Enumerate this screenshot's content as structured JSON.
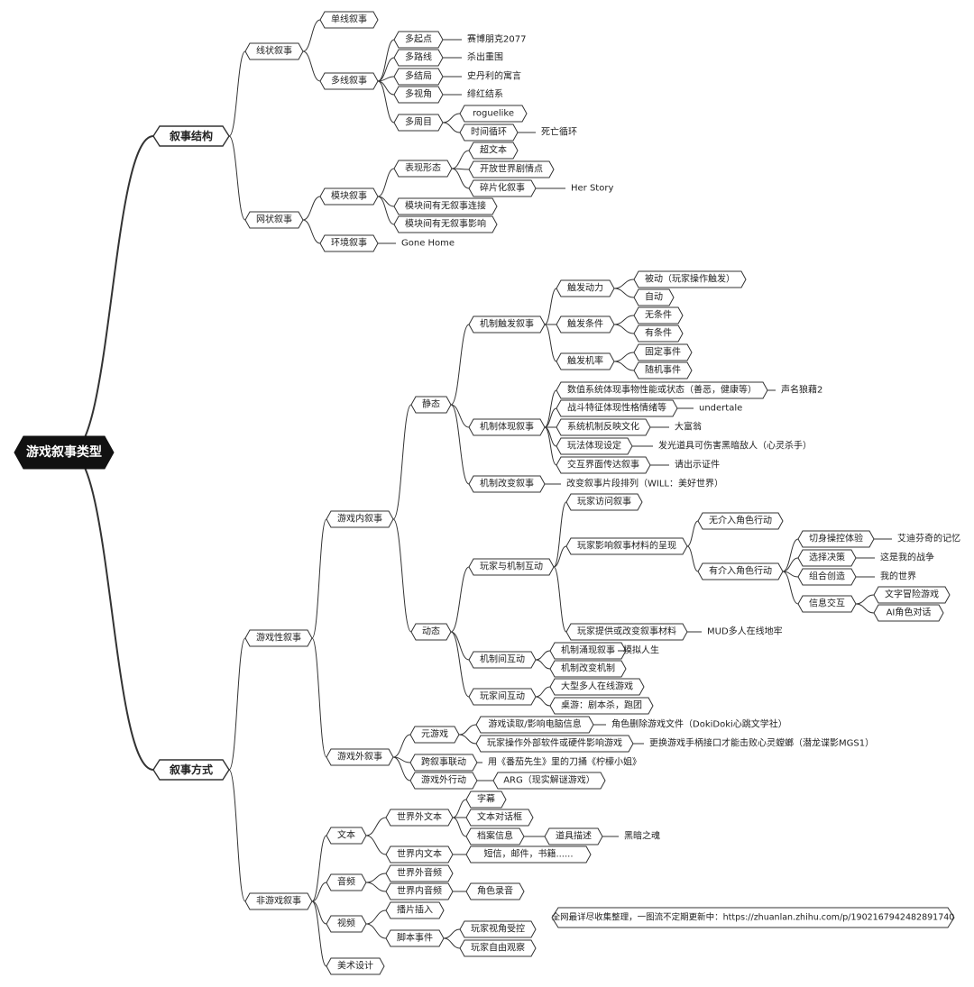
{
  "root": "游戏叙事类型",
  "footer_note": "全网最详尽收集整理，一图流不定期更新中：https://zhuanlan.zhihu.com/p/1902167942482891740",
  "tree": [
    {
      "label": "叙事结构",
      "children": [
        {
          "label": "线状叙事",
          "children": [
            {
              "label": "单线叙事"
            },
            {
              "label": "多线叙事",
              "children": [
                {
                  "label": "多起点",
                  "note": "赛博朋克2077"
                },
                {
                  "label": "多路线",
                  "note": "杀出重围"
                },
                {
                  "label": "多结局",
                  "note": "史丹利的寓言"
                },
                {
                  "label": "多视角",
                  "note": "绯红结系"
                },
                {
                  "label": "多周目",
                  "children": [
                    {
                      "label": "roguelike"
                    },
                    {
                      "label": "时间循环",
                      "note": "死亡循环"
                    }
                  ]
                }
              ]
            }
          ]
        },
        {
          "label": "网状叙事",
          "children": [
            {
              "label": "模块叙事",
              "children": [
                {
                  "label": "表现形态",
                  "children": [
                    {
                      "label": "超文本"
                    },
                    {
                      "label": "开放世界剧情点"
                    },
                    {
                      "label": "碎片化叙事",
                      "note": "Her Story"
                    }
                  ]
                },
                {
                  "label": "模块间有无叙事连接"
                },
                {
                  "label": "模块间有无叙事影响"
                }
              ]
            },
            {
              "label": "环境叙事",
              "note": "Gone Home"
            }
          ]
        }
      ]
    },
    {
      "label": "叙事方式",
      "children": [
        {
          "label": "游戏性叙事",
          "children": [
            {
              "label": "游戏内叙事",
              "children": [
                {
                  "label": "静态",
                  "children": [
                    {
                      "label": "机制触发叙事",
                      "children": [
                        {
                          "label": "触发动力",
                          "children": [
                            {
                              "label": "被动（玩家操作触发）"
                            },
                            {
                              "label": "自动"
                            }
                          ]
                        },
                        {
                          "label": "触发条件",
                          "children": [
                            {
                              "label": "无条件"
                            },
                            {
                              "label": "有条件"
                            }
                          ]
                        },
                        {
                          "label": "触发机率",
                          "children": [
                            {
                              "label": "固定事件"
                            },
                            {
                              "label": "随机事件"
                            }
                          ]
                        }
                      ]
                    },
                    {
                      "label": "机制体现叙事",
                      "children": [
                        {
                          "label": "数值系统体现事物性能或状态（善恶，健康等）",
                          "note": "声名狼藉2"
                        },
                        {
                          "label": "战斗特征体现性格情绪等",
                          "note": "undertale"
                        },
                        {
                          "label": "系统机制反映文化",
                          "note": "大富翁"
                        },
                        {
                          "label": "玩法体现设定",
                          "note": "发光道具可伤害黑暗敌人（心灵杀手）"
                        },
                        {
                          "label": "交互界面传达叙事",
                          "note": "请出示证件"
                        }
                      ]
                    },
                    {
                      "label": "机制改变叙事",
                      "note": "改变叙事片段排列（WILL：美好世界）"
                    }
                  ]
                },
                {
                  "label": "动态",
                  "children": [
                    {
                      "label": "玩家与机制互动",
                      "children": [
                        {
                          "label": "玩家访问叙事"
                        },
                        {
                          "label": "玩家影响叙事材料的呈现",
                          "children": [
                            {
                              "label": "无介入角色行动"
                            },
                            {
                              "label": "有介入角色行动",
                              "children": [
                                {
                                  "label": "切身操控体验",
                                  "note": "艾迪芬奇的记忆"
                                },
                                {
                                  "label": "选择决策",
                                  "note": "这是我的战争"
                                },
                                {
                                  "label": "组合创造",
                                  "note": "我的世界"
                                },
                                {
                                  "label": "信息交互",
                                  "children": [
                                    {
                                      "label": "文字冒险游戏"
                                    },
                                    {
                                      "label": "AI角色对话"
                                    }
                                  ]
                                }
                              ]
                            }
                          ]
                        },
                        {
                          "label": "玩家提供或改变叙事材料",
                          "note": "MUD多人在线地牢"
                        }
                      ]
                    },
                    {
                      "label": "机制间互动",
                      "children": [
                        {
                          "label": "机制涌现叙事",
                          "note": "模拟人生"
                        },
                        {
                          "label": "机制改变机制"
                        }
                      ]
                    },
                    {
                      "label": "玩家间互动",
                      "children": [
                        {
                          "label": "大型多人在线游戏"
                        },
                        {
                          "label": "桌游：剧本杀，跑团"
                        }
                      ]
                    }
                  ]
                }
              ]
            },
            {
              "label": "游戏外叙事",
              "children": [
                {
                  "label": "元游戏",
                  "children": [
                    {
                      "label": "游戏读取/影响电脑信息",
                      "note": "角色删除游戏文件（DokiDoki心跳文学社）"
                    },
                    {
                      "label": "玩家操作外部软件或硬件影响游戏",
                      "note": "更换游戏手柄接口才能击败心灵螳螂（潜龙谍影MGS1）"
                    }
                  ]
                },
                {
                  "label": "跨叙事联动",
                  "note": "用《番茄先生》里的刀捅《柠檬小姐》"
                },
                {
                  "label": "游戏外行动",
                  "children": [
                    {
                      "label": "ARG（现实解谜游戏）"
                    }
                  ]
                }
              ]
            }
          ]
        },
        {
          "label": "非游戏叙事",
          "children": [
            {
              "label": "文本",
              "children": [
                {
                  "label": "世界外文本",
                  "children": [
                    {
                      "label": "字幕"
                    },
                    {
                      "label": "文本对话框"
                    },
                    {
                      "label": "档案信息",
                      "children": [
                        {
                          "label": "道具描述",
                          "note": "黑暗之魂"
                        }
                      ]
                    }
                  ]
                },
                {
                  "label": "世界内文本",
                  "children": [
                    {
                      "label": "短信，邮件，书籍......"
                    }
                  ]
                }
              ]
            },
            {
              "label": "音频",
              "children": [
                {
                  "label": "世界外音频"
                },
                {
                  "label": "世界内音频",
                  "children": [
                    {
                      "label": "角色录音"
                    }
                  ]
                }
              ]
            },
            {
              "label": "视频",
              "children": [
                {
                  "label": "播片插入"
                },
                {
                  "label": "脚本事件",
                  "children": [
                    {
                      "label": "玩家视角受控"
                    },
                    {
                      "label": "玩家自由观察"
                    }
                  ]
                }
              ]
            },
            {
              "label": "美术设计"
            }
          ]
        }
      ]
    }
  ]
}
